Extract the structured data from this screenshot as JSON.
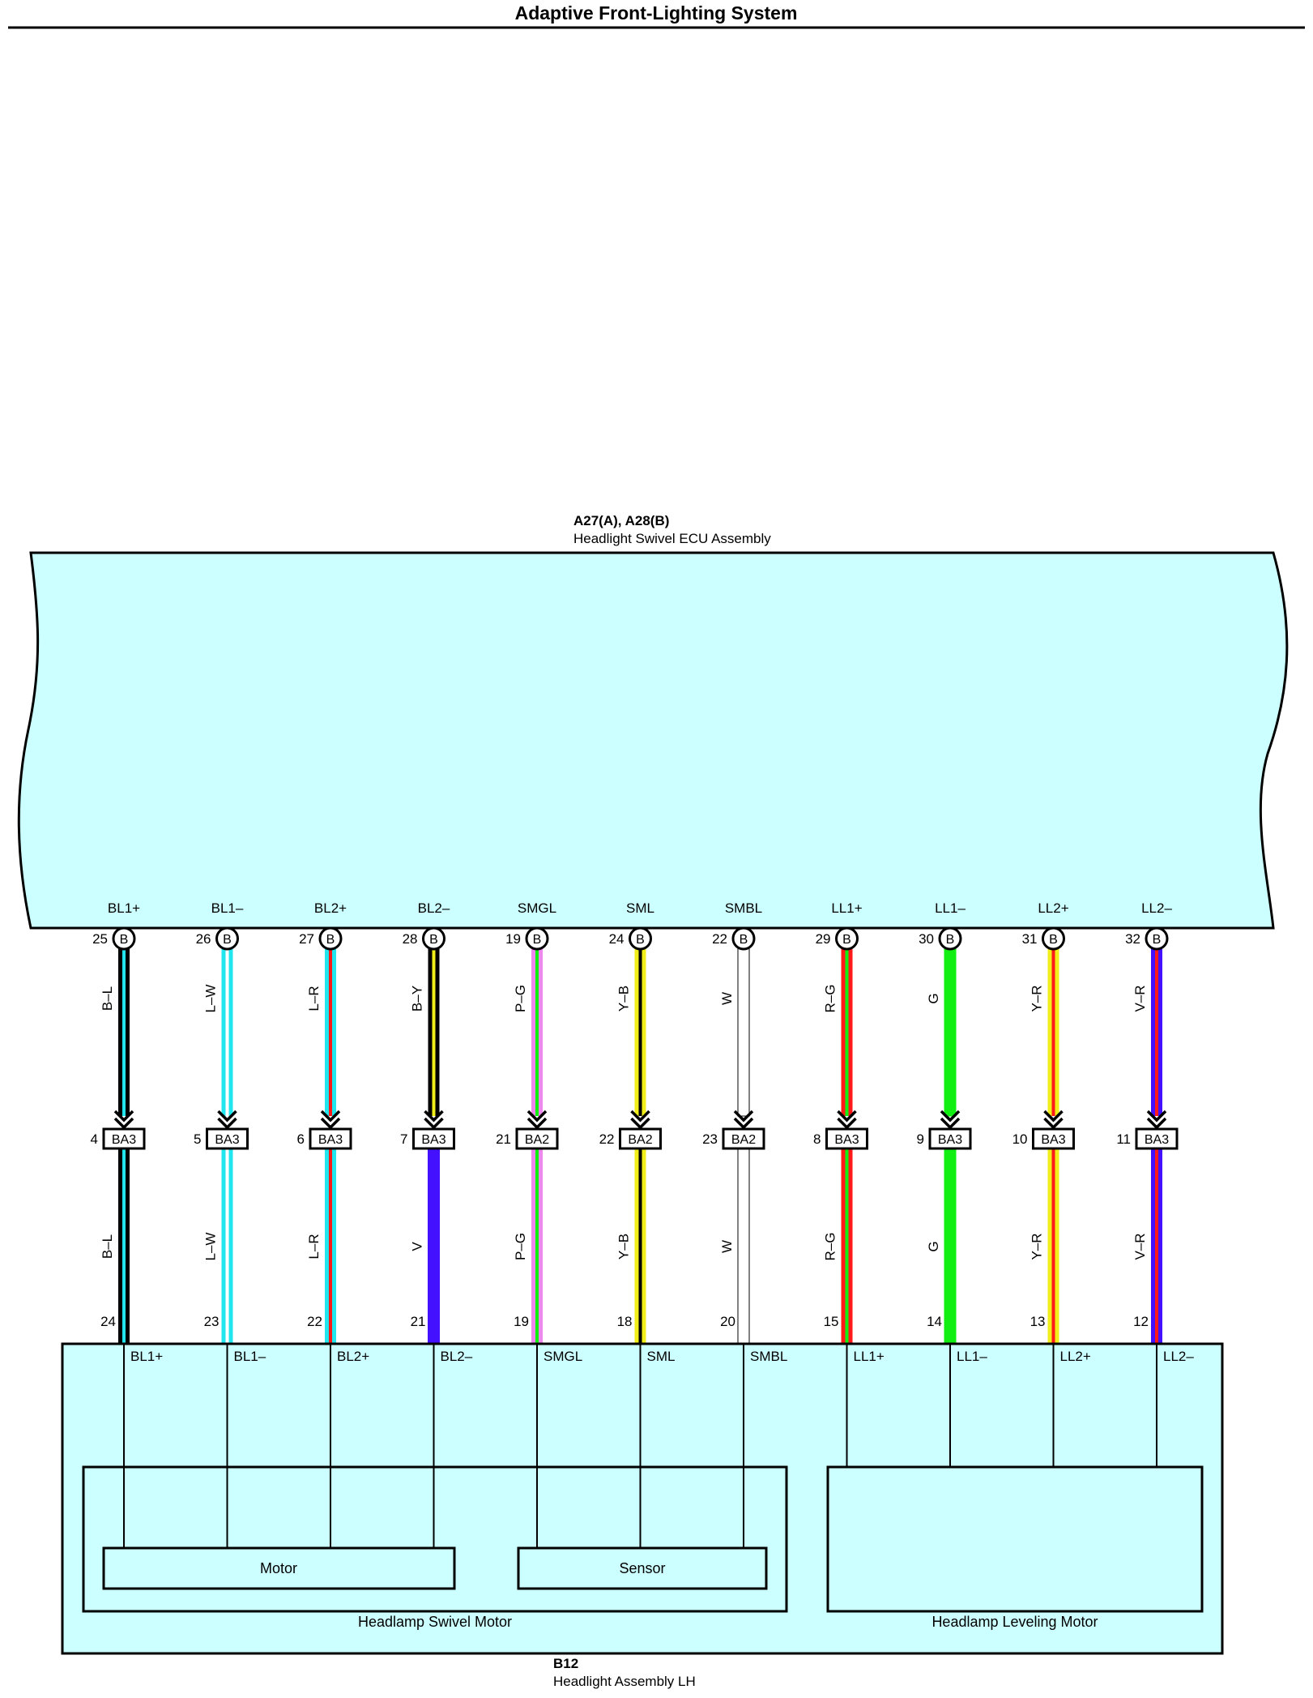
{
  "page": {
    "title": "Adaptive Front-Lighting System"
  },
  "ecu": {
    "code": "A27(A), A28(B)",
    "name": "Headlight Swivel ECU Assembly",
    "connector_letter": "B"
  },
  "headlight": {
    "code": "B12",
    "name": "Headlight Assembly LH",
    "swivel_group_label": "Headlamp Swivel Motor",
    "leveling_group_label": "Headlamp Leveling Motor",
    "motor_label": "Motor",
    "sensor_label": "Sensor"
  },
  "colors": {
    "ecu_fill": "#ccffff",
    "B": "#000000",
    "L": "#22e6ee",
    "W": "#ffffff",
    "R": "#ff1a1a",
    "Y": "#f2ee19",
    "P": "#ee88ee",
    "G": "#11ee11",
    "V": "#4411ff"
  },
  "circuits": [
    {
      "signal": "BL1+",
      "ecu_pin": "25",
      "upper_color": "B–L",
      "connector": "BA3",
      "connector_pin": "4",
      "lower_color": "B–L",
      "lamp_pin": "24",
      "lamp_signal": "BL1+"
    },
    {
      "signal": "BL1–",
      "ecu_pin": "26",
      "upper_color": "L–W",
      "connector": "BA3",
      "connector_pin": "5",
      "lower_color": "L–W",
      "lamp_pin": "23",
      "lamp_signal": "BL1–"
    },
    {
      "signal": "BL2+",
      "ecu_pin": "27",
      "upper_color": "L–R",
      "connector": "BA3",
      "connector_pin": "6",
      "lower_color": "L–R",
      "lamp_pin": "22",
      "lamp_signal": "BL2+"
    },
    {
      "signal": "BL2–",
      "ecu_pin": "28",
      "upper_color": "B–Y",
      "connector": "BA3",
      "connector_pin": "7",
      "lower_color": "V",
      "lamp_pin": "21",
      "lamp_signal": "BL2–"
    },
    {
      "signal": "SMGL",
      "ecu_pin": "19",
      "upper_color": "P–G",
      "connector": "BA2",
      "connector_pin": "21",
      "lower_color": "P–G",
      "lamp_pin": "19",
      "lamp_signal": "SMGL"
    },
    {
      "signal": "SML",
      "ecu_pin": "24",
      "upper_color": "Y–B",
      "connector": "BA2",
      "connector_pin": "22",
      "lower_color": "Y–B",
      "lamp_pin": "18",
      "lamp_signal": "SML"
    },
    {
      "signal": "SMBL",
      "ecu_pin": "22",
      "upper_color": "W",
      "connector": "BA2",
      "connector_pin": "23",
      "lower_color": "W",
      "lamp_pin": "20",
      "lamp_signal": "SMBL"
    },
    {
      "signal": "LL1+",
      "ecu_pin": "29",
      "upper_color": "R–G",
      "connector": "BA3",
      "connector_pin": "8",
      "lower_color": "R–G",
      "lamp_pin": "15",
      "lamp_signal": "LL1+"
    },
    {
      "signal": "LL1–",
      "ecu_pin": "30",
      "upper_color": "G",
      "connector": "BA3",
      "connector_pin": "9",
      "lower_color": "G",
      "lamp_pin": "14",
      "lamp_signal": "LL1–"
    },
    {
      "signal": "LL2+",
      "ecu_pin": "31",
      "upper_color": "Y–R",
      "connector": "BA3",
      "connector_pin": "10",
      "lower_color": "Y–R",
      "lamp_pin": "13",
      "lamp_signal": "LL2+"
    },
    {
      "signal": "LL2–",
      "ecu_pin": "32",
      "upper_color": "V–R",
      "connector": "BA3",
      "connector_pin": "11",
      "lower_color": "V–R",
      "lamp_pin": "12",
      "lamp_signal": "LL2–"
    }
  ]
}
